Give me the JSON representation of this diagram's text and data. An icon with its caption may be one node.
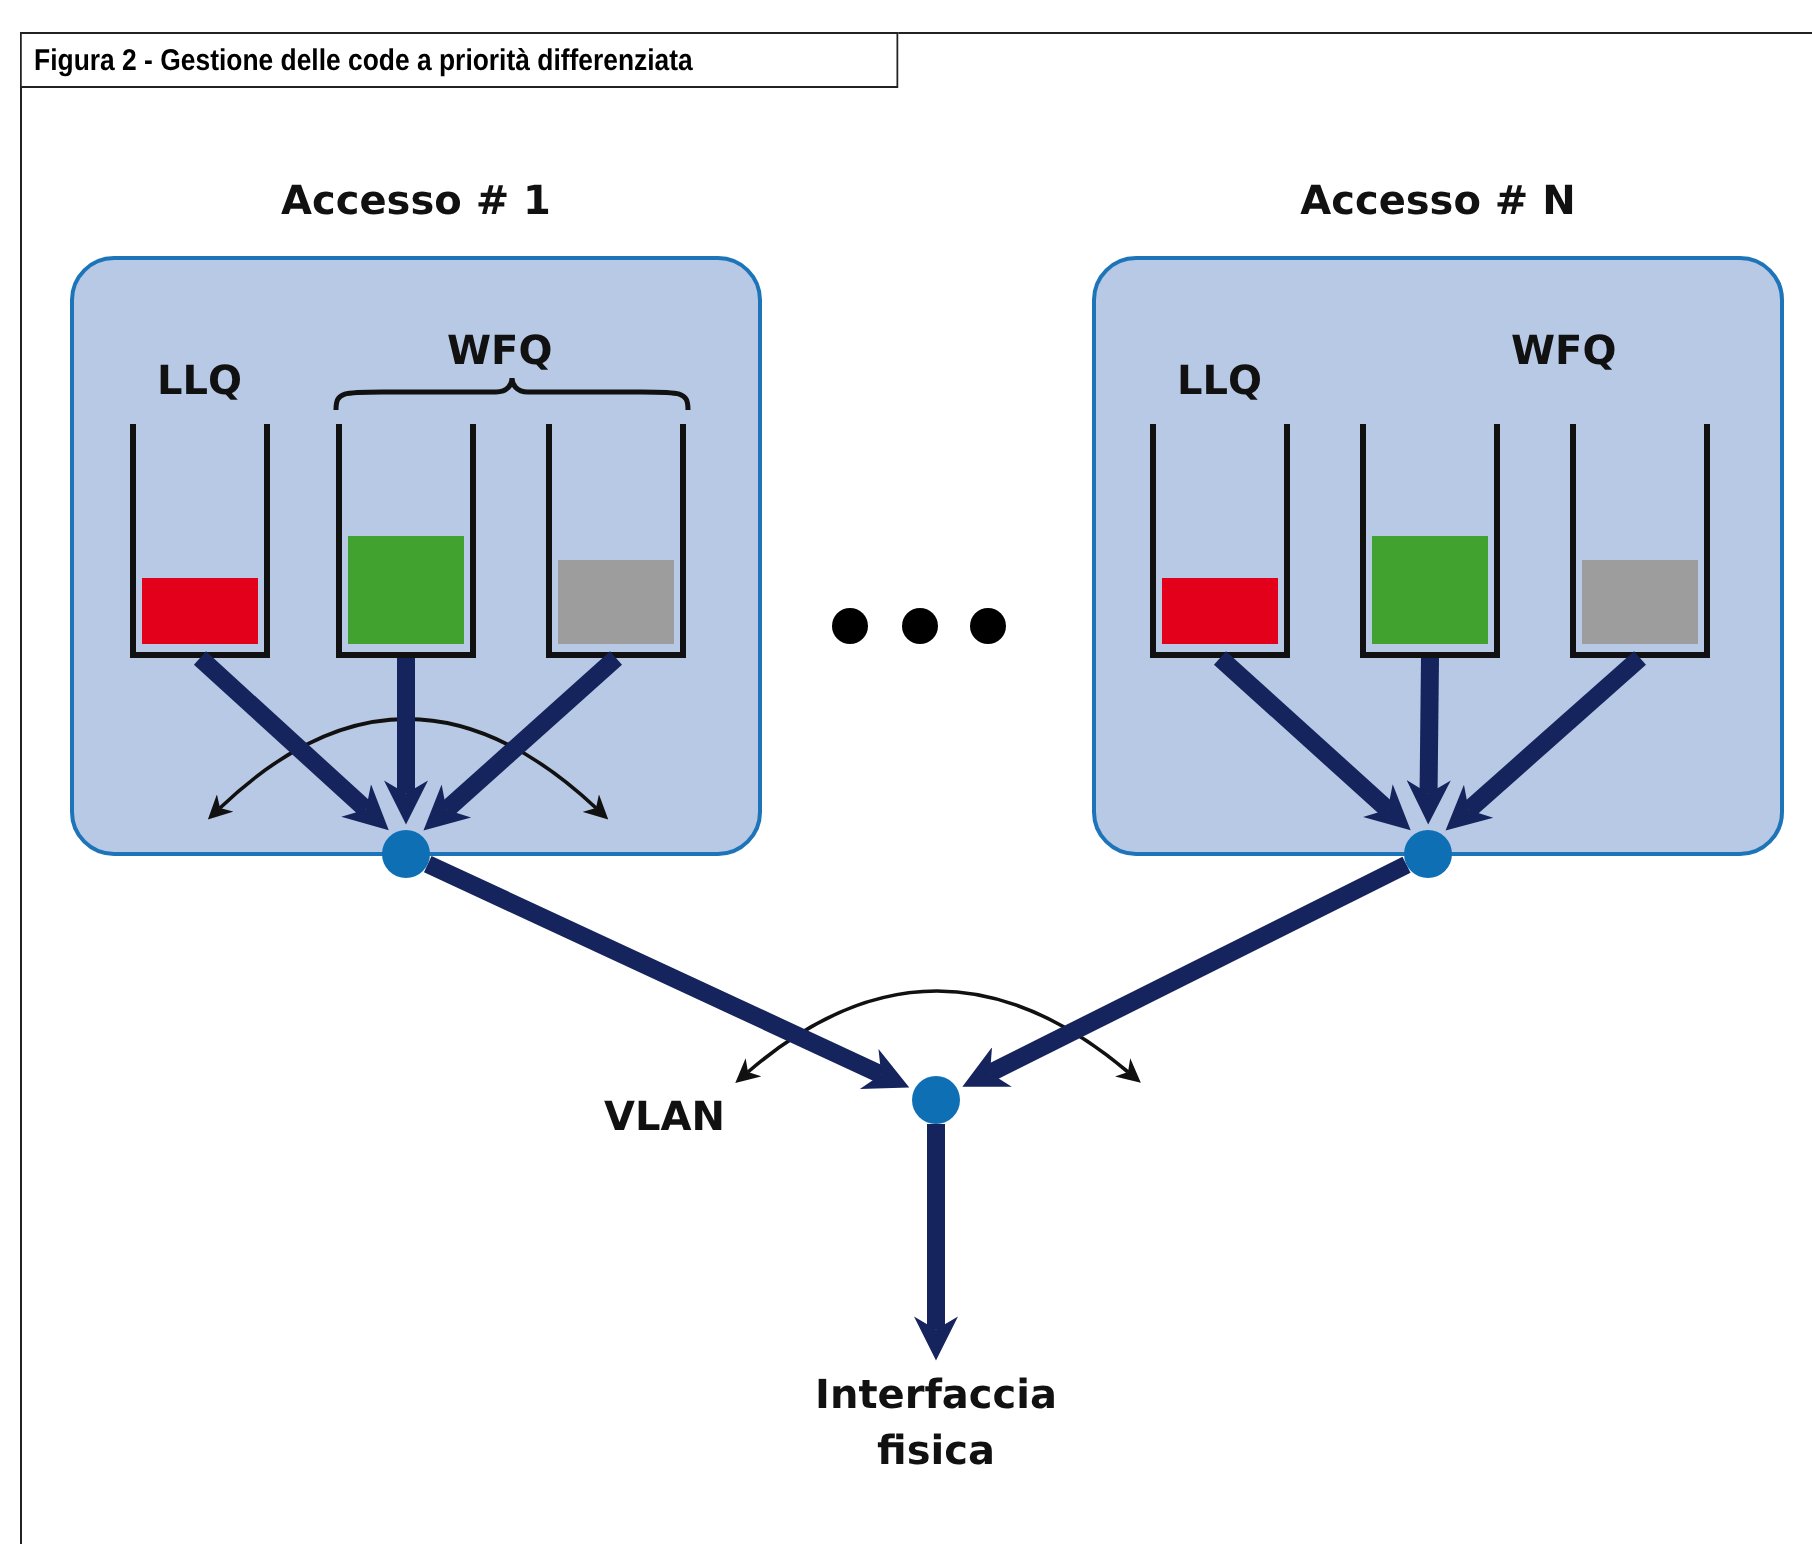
{
  "diagram": {
    "title": "Figura 2 - Gestione delle code a priorità differenziata",
    "nodes": [
      {
        "text": [
          "Accesso # 1"
        ]
      },
      {
        "text": [],
        "shape": "box",
        "in": 0
      },
      {
        "text": [],
        "shape": "box",
        "in": 0
      },
      {
        "text": [],
        "shape": "box",
        "in": 0
      },
      {
        "text": [],
        "shape": "circle"
      },
      {
        "text": [
          "Accesso # N"
        ]
      },
      {
        "text": [],
        "shape": "box",
        "in": 5
      },
      {
        "text": [],
        "shape": "box",
        "in": 5
      },
      {
        "text": [],
        "shape": "box",
        "in": 5
      },
      {
        "text": [],
        "shape": "circle"
      },
      {
        "text": [],
        "shape": "circle"
      },
      {
        "text": [
          "Interfaccia fisica"
        ]
      }
    ],
    "edges": [
      {
        "from": 1,
        "to": 4,
        "arrow": "to"
      },
      {
        "from": 2,
        "to": 4,
        "arrow": "to"
      },
      {
        "from": 3,
        "to": 4,
        "arrow": "to"
      },
      {
        "from": 6,
        "to": 9,
        "arrow": "to"
      },
      {
        "from": 7,
        "to": 9,
        "arrow": "to"
      },
      {
        "from": 8,
        "to": 9,
        "arrow": "to"
      },
      {
        "from": 4,
        "to": 10,
        "arrow": "to"
      },
      {
        "from": 9,
        "to": 10,
        "arrow": "to"
      },
      {
        "from": 10,
        "to": 11,
        "arrow": "to"
      }
    ],
    "labels": [
      "LLQ",
      "WFQ",
      "LLQ",
      "WFQ",
      "VLAN"
    ]
  }
}
